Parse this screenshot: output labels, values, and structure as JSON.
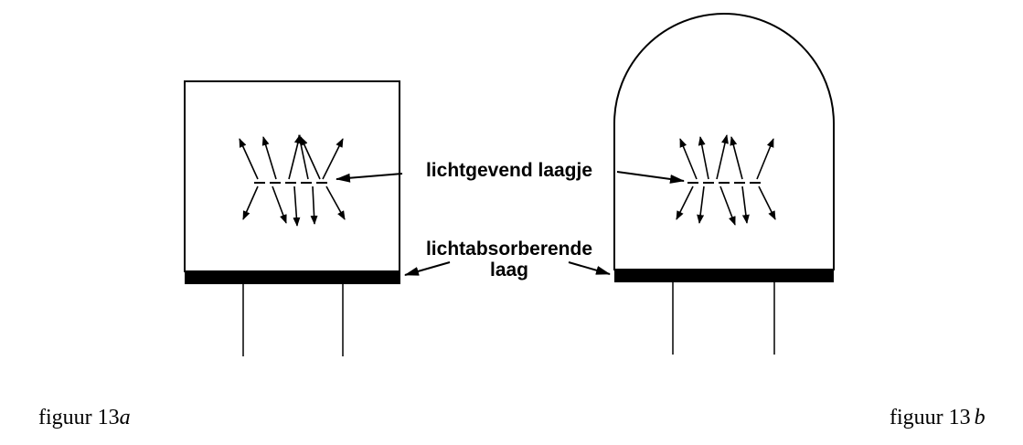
{
  "labels": {
    "emitting_layer": "lichtgevend laagje",
    "absorbing_layer_line1": "lichtabsorberende",
    "absorbing_layer_line2": "laag"
  },
  "captions": {
    "left_prefix": "figuur 13",
    "left_letter": "a",
    "right_prefix": "figuur 13",
    "right_letter": "b"
  },
  "colors": {
    "ink": "#000000",
    "background": "#ffffff"
  }
}
